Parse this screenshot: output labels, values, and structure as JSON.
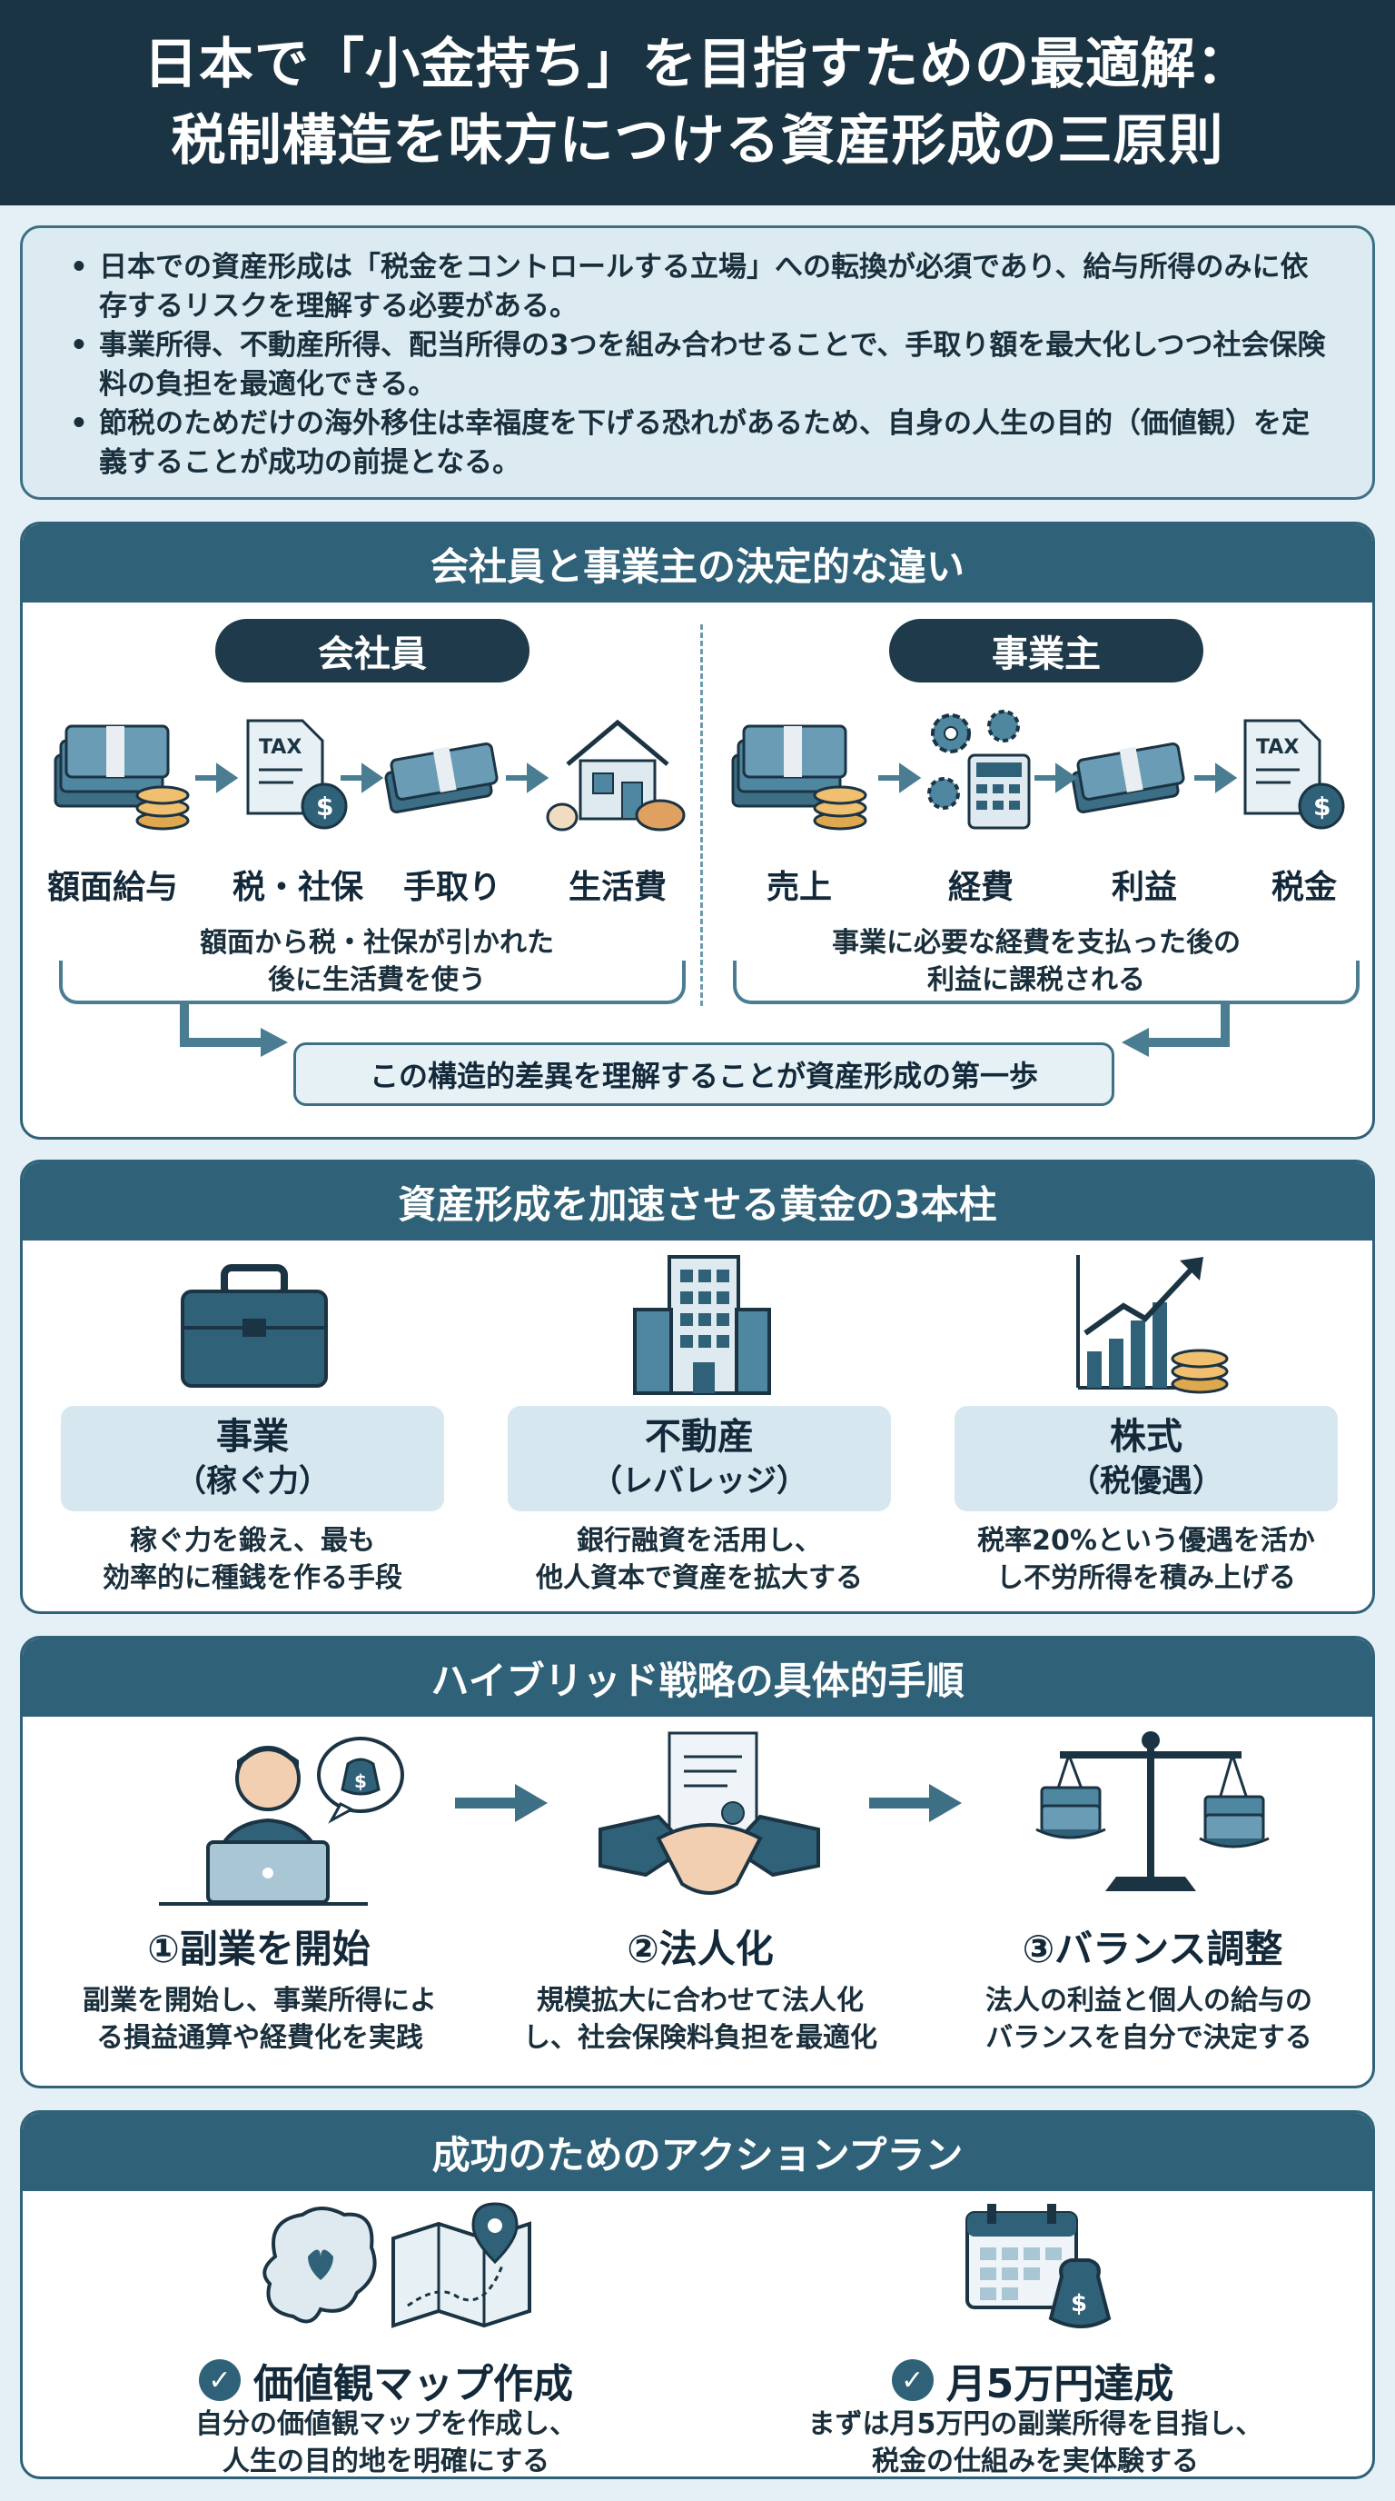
{
  "header": {
    "title_line1": "日本で「小金持ち」を目指すための最適解：",
    "title_line2": "税制構造を味方につける資産形成の三原則"
  },
  "summary": {
    "bullets": [
      "日本での資産形成は「税金をコントロールする立場」への転換が必須であり、給与所得のみに依存するリスクを理解する必要がある。",
      "事業所得、不動産所得、配当所得の3つを組み合わせることで、手取り額を最大化しつつ社会保険料の負担を最適化できる。",
      "節税のためだけの海外移住は幸福度を下げる恐れがあるため、自身の人生の目的（価値観）を定義することが成功の前提となる。"
    ]
  },
  "comparison": {
    "title": "会社員と事業主の決定的な違い",
    "employee": {
      "label": "会社員",
      "steps": [
        "額面給与",
        "税・社保",
        "手取り",
        "生活費"
      ],
      "desc_line1": "額面から税・社保が引かれた",
      "desc_line2": "後に生活費を使う"
    },
    "owner": {
      "label": "事業主",
      "steps": [
        "売上",
        "経費",
        "利益",
        "税金"
      ],
      "desc_line1": "事業に必要な経費を支払った後の",
      "desc_line2": "利益に課税される"
    },
    "callout": "この構造的差異を理解することが資産形成の第一歩",
    "tax_icon_text": "TAX"
  },
  "pillars": {
    "title": "資産形成を加速させる黄金の3本柱",
    "items": [
      {
        "name": "事業",
        "sub": "（稼ぐ力）",
        "desc1": "稼ぐ力を鍛え、最も",
        "desc2": "効率的に種銭を作る手段",
        "icon": "briefcase-icon"
      },
      {
        "name": "不動産",
        "sub": "（レバレッジ）",
        "desc1": "銀行融資を活用し、",
        "desc2": "他人資本で資産を拡大する",
        "icon": "building-icon"
      },
      {
        "name": "株式",
        "sub": "（税優遇）",
        "desc1": "税率20%という優遇を活か",
        "desc2": "し不労所得を積み上げる",
        "icon": "growth-chart-icon"
      }
    ]
  },
  "strategy": {
    "title": "ハイブリッド戦略の具体的手順",
    "steps": [
      {
        "title": "①副業を開始",
        "desc1": "副業を開始し、事業所得によ",
        "desc2": "る損益通算や経費化を実践",
        "icon": "laptop-worker-icon"
      },
      {
        "title": "②法人化",
        "desc1": "規模拡大に合わせて法人化",
        "desc2": "し、社会保険料負担を最適化",
        "icon": "handshake-icon"
      },
      {
        "title": "③バランス調整",
        "desc1": "法人の利益と個人の給与の",
        "desc2": "バランスを自分で決定する",
        "icon": "scale-icon"
      }
    ]
  },
  "actions": {
    "title": "成功のためのアクションプラン",
    "items": [
      {
        "title": "価値観マップ作成",
        "desc1": "自分の価値観マップを作成し、",
        "desc2": "人生の目的地を明確にする",
        "icon": "brain-map-icon"
      },
      {
        "title": "月5万円達成",
        "desc1": "まずは月5万円の副業所得を目指し、",
        "desc2": "税金の仕組みを実体験する",
        "icon": "calendar-money-icon"
      }
    ]
  },
  "colors": {
    "header_bg": "#1b3444",
    "accent": "#2f6178",
    "panel_bg": "#ffffff",
    "page_bg": "#e4f0f5"
  }
}
